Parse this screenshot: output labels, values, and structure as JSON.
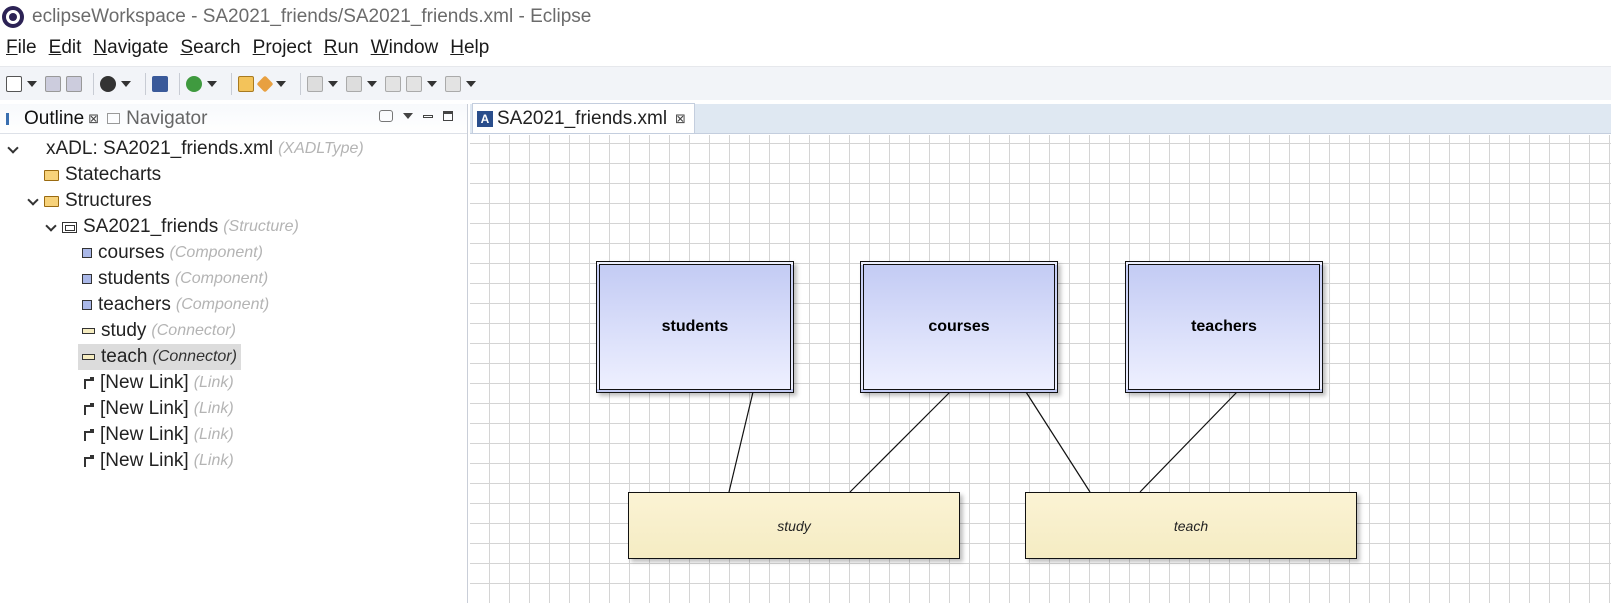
{
  "window": {
    "title": "eclipseWorkspace - SA2021_friends/SA2021_friends.xml - Eclipse"
  },
  "menu": [
    {
      "first": "F",
      "rest": "ile"
    },
    {
      "first": "E",
      "rest": "dit"
    },
    {
      "first": "N",
      "rest": "avigate"
    },
    {
      "first": "",
      "u": "S",
      "pre": "",
      "rest_after": "earch"
    },
    {
      "first": "P",
      "rest": "roject"
    },
    {
      "first": "R",
      "rest": "un"
    },
    {
      "first": "W",
      "rest": "indow"
    },
    {
      "first": "H",
      "rest": "elp"
    }
  ],
  "menu_labels": [
    "File",
    "Edit",
    "Navigate",
    "Search",
    "Project",
    "Run",
    "Window",
    "Help"
  ],
  "left_tabs": {
    "outline": "Outline",
    "navigator": "Navigator",
    "close_glyph": "⊠"
  },
  "tree": {
    "root": {
      "label": "xADL: SA2021_friends.xml",
      "type": "(XADLType)"
    },
    "statecharts": {
      "label": "Statecharts"
    },
    "structures": {
      "label": "Structures"
    },
    "structure": {
      "label": "SA2021_friends",
      "type": "(Structure)"
    },
    "items": [
      {
        "label": "courses",
        "type": "(Component)",
        "icon": "component-icon"
      },
      {
        "label": "students",
        "type": "(Component)",
        "icon": "component-icon"
      },
      {
        "label": "teachers",
        "type": "(Component)",
        "icon": "component-icon"
      },
      {
        "label": "study",
        "type": "(Connector)",
        "icon": "connector-icon"
      },
      {
        "label": "teach",
        "type": "(Connector)",
        "icon": "connector-icon",
        "selected": true
      },
      {
        "label": "[New Link]",
        "type": "(Link)",
        "icon": "link-icon"
      },
      {
        "label": "[New Link]",
        "type": "(Link)",
        "icon": "link-icon"
      },
      {
        "label": "[New Link]",
        "type": "(Link)",
        "icon": "link-icon"
      },
      {
        "label": "[New Link]",
        "type": "(Link)",
        "icon": "link-icon"
      }
    ]
  },
  "editor": {
    "tab_label": "SA2021_friends.xml",
    "tab_icon_letter": "A"
  },
  "diagram": {
    "components": {
      "students": "students",
      "courses": "courses",
      "teachers": "teachers"
    },
    "connectors": {
      "study": "study",
      "teach": "teach"
    }
  },
  "colors": {
    "component_fill_top": "#c3cbf4",
    "connector_fill": "#f7efcb",
    "selection": "#dcdcdc"
  }
}
